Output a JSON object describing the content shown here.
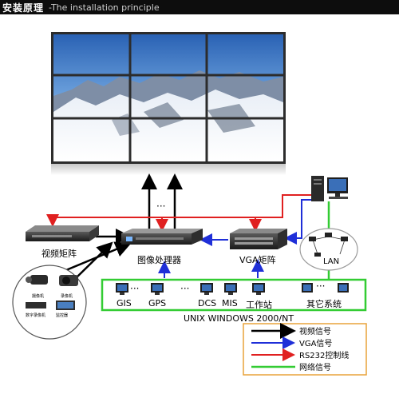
{
  "header": {
    "title_cn": "安装原理",
    "title_en": "-The installation principle"
  },
  "labels": {
    "video_matrix": "视频矩阵",
    "image_processor": "图像处理器",
    "vga_matrix": "VGA矩阵",
    "lan": "LAN",
    "gis": "GIS",
    "gps": "GPS",
    "dcs": "DCS",
    "mis": "MIS",
    "workstation": "工作站",
    "other_systems": "其它系统",
    "platform": "UNIX WINDOWS 2000/NT",
    "dots": "···"
  },
  "camera_labels": {
    "speed_dome": "摄像机",
    "recorder": "录像机",
    "dvr": "数字录像机",
    "monitor": "监控器"
  },
  "legend": [
    {
      "label": "视频信号",
      "color": "#000000"
    },
    {
      "label": "VGA信号",
      "color": "#1f2fd8"
    },
    {
      "label": "RS232控制线",
      "color": "#e02020"
    },
    {
      "label": "网络信号",
      "color": "#33cc33"
    }
  ],
  "colors": {
    "video": "#000000",
    "vga": "#1f2fd8",
    "rs232": "#e02020",
    "network": "#33cc33",
    "legend_border": "#e8a33a"
  }
}
